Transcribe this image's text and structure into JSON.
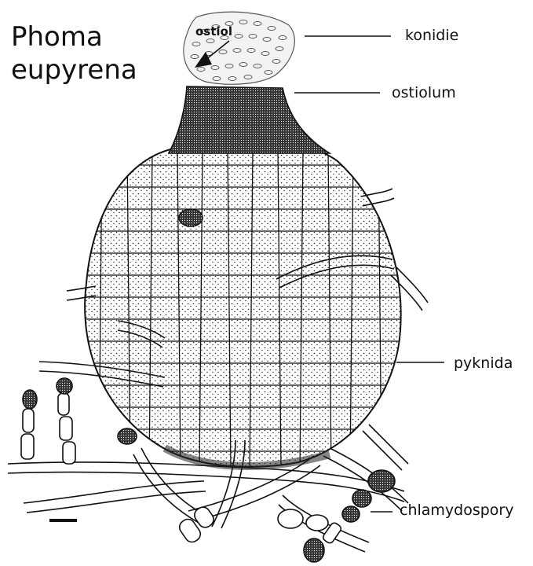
{
  "title": {
    "line1": "Phoma",
    "line2": "eupyrena"
  },
  "labels": {
    "ostiol": "ostiol",
    "konidie": "konidie",
    "ostiolum": "ostiolum",
    "pyknida": "pyknida",
    "chlamydospory": "chlamydospory"
  }
}
